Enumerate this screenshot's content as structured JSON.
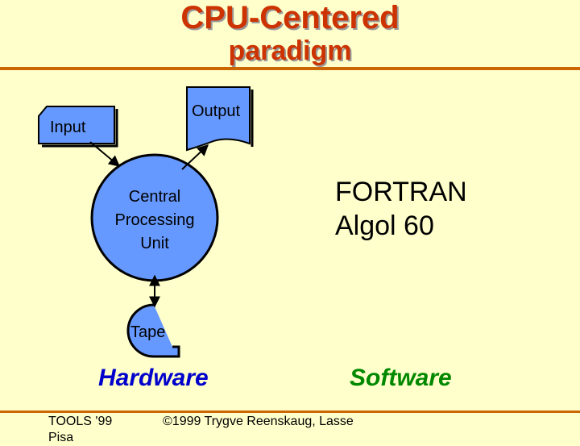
{
  "title": {
    "line1": "CPU-Centered",
    "line2": "paradigm"
  },
  "diagram": {
    "input_label": "Input",
    "output_label": "Output",
    "cpu_label_lines": [
      "Central",
      "Processing",
      "Unit"
    ],
    "tape_label": "Tape"
  },
  "languages": [
    "FORTRAN",
    "Algol 60"
  ],
  "captions": {
    "hardware": "Hardware",
    "software": "Software"
  },
  "footer": {
    "left": "TOOLS '99",
    "left_cut": "Pisa",
    "center": "©1999 Trygve Reenskaug, Lasse"
  },
  "colors": {
    "background": "#ffffcc",
    "title": "#cc3300",
    "rule": "#cc6600",
    "shape_fill": "#6699ff",
    "caption_hardware": "#0000cc",
    "caption_software": "#008800"
  }
}
